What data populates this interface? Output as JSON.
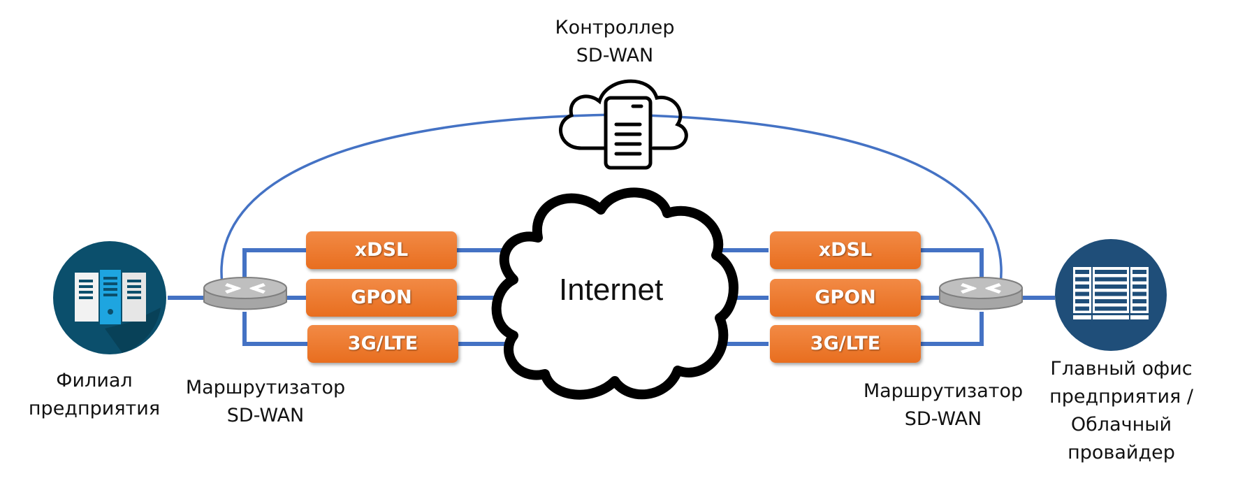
{
  "controller": {
    "label_lines": [
      "Контроллер",
      "SD-WAN"
    ],
    "icon": "cloud-server-icon"
  },
  "internet": {
    "label": "Internet",
    "icon": "cloud-icon"
  },
  "branch": {
    "label_lines": [
      "Филиал",
      "предприятия"
    ],
    "icon": "branch-servers-icon"
  },
  "hq": {
    "label_lines": [
      "Главный офис",
      "предприятия /",
      "Облачный",
      "провайдер"
    ],
    "icon": "datacenter-rack-icon"
  },
  "left_router": {
    "label_lines": [
      "Маршрутизатор",
      "SD-WAN"
    ],
    "icon": "router-icon"
  },
  "right_router": {
    "label_lines": [
      "Маршрутизатор",
      "SD-WAN"
    ],
    "icon": "router-icon"
  },
  "left_links": [
    "xDSL",
    "GPON",
    "3G/LTE"
  ],
  "right_links": [
    "xDSL",
    "GPON",
    "3G/LTE"
  ],
  "colors": {
    "line": "#4472c4",
    "link_box": "#ed7d31",
    "branch_circle": "#0b4f6c",
    "hq_circle": "#1f4e79",
    "router": "#bfbfbf"
  }
}
